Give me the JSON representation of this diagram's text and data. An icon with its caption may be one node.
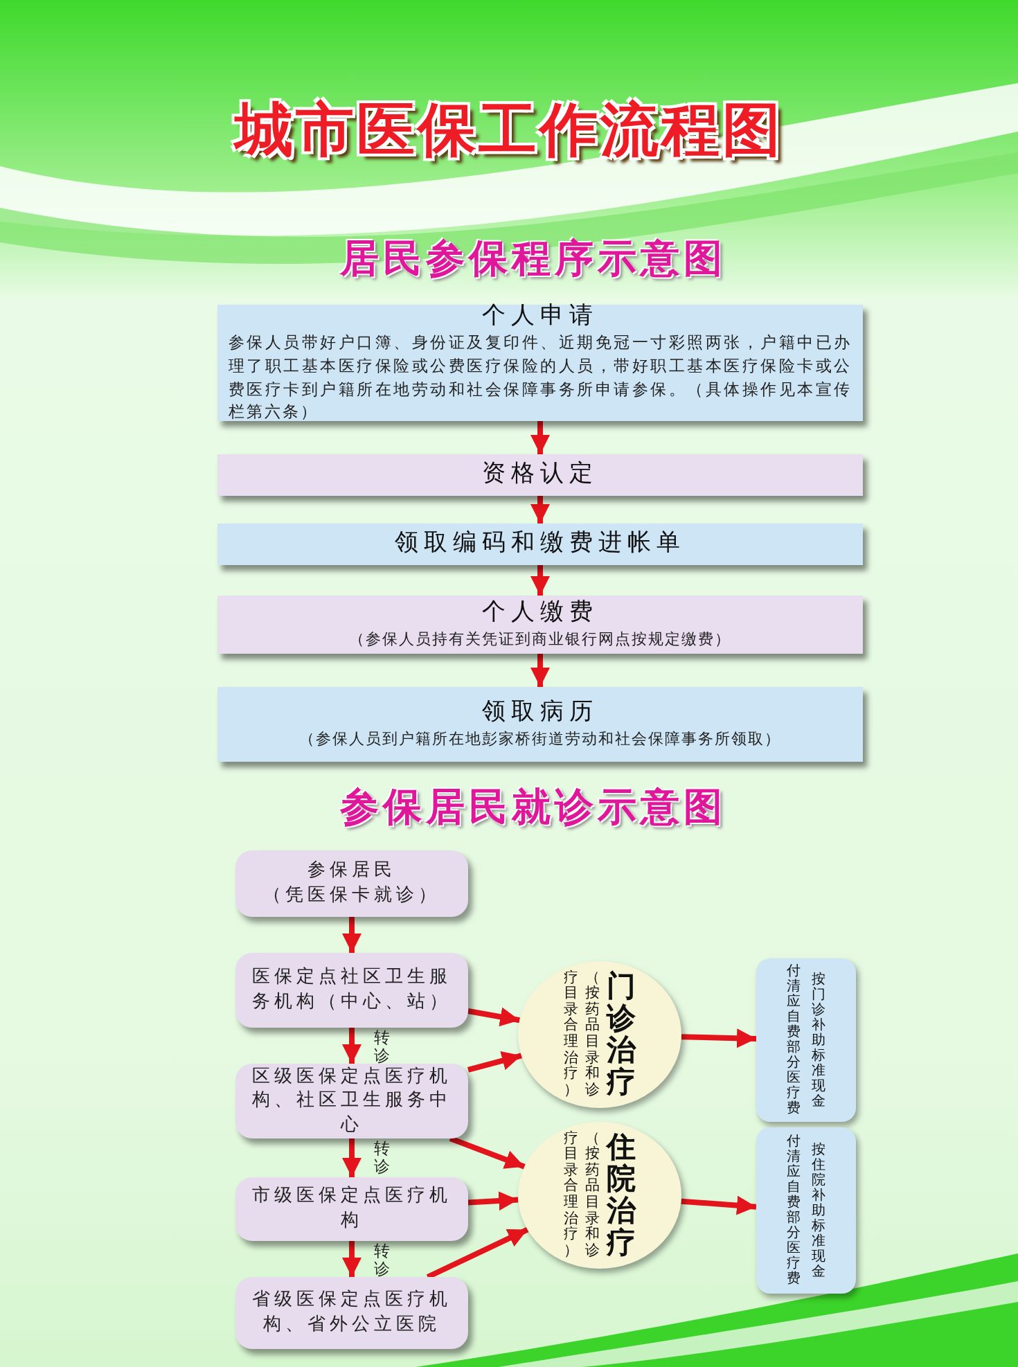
{
  "diagram": {
    "title": "城市医保工作流程图",
    "nodes": [
      {
        "text": [
          "个人申请",
          "参保人员带好户口簿、身份证及复印件、近期免冠一寸彩照两张，户籍中已办理了职工基本医疗保险或公费医疗保险的人员，带好职工基本医疗保险卡或公费医疗卡到户籍所在地劳动和社会保障事务所申请参保。（具体操作见本宣传栏第六条）"
        ]
      },
      {
        "text": [
          "资格认定"
        ]
      },
      {
        "text": [
          "领取编码和缴费进帐单"
        ]
      },
      {
        "text": [
          "个人缴费",
          "（参保人员持有关凭证到商业银行网点按规定缴费）"
        ]
      },
      {
        "text": [
          "领取病历",
          "（参保人员到户籍所在地彭家桥街道劳动和社会保障事务所领取）"
        ]
      },
      {
        "text": [
          "参保居民",
          "（凭医保卡就诊）"
        ]
      },
      {
        "text": [
          "医保定点社区卫生服务机构（中心、站）"
        ]
      },
      {
        "text": [
          "区级医保定点医疗机构、社区卫生服务中心"
        ]
      },
      {
        "text": [
          "市级医保定点医疗机构"
        ]
      },
      {
        "text": [
          "省级医保定点医疗机构、省外公立医院"
        ]
      },
      {
        "text": [
          "疗目录合理治疗）",
          "（按药品目录和诊",
          "门诊治疗"
        ]
      },
      {
        "text": [
          "疗目录合理治疗）",
          "（按药品目录和诊",
          "住院治疗"
        ]
      },
      {
        "text": [
          "付清应自费部分医疗费",
          "按门诊补助标准现金"
        ]
      },
      {
        "text": [
          "付清应自费部分医疗费",
          "按住院补助标准现金"
        ]
      }
    ],
    "edges": [
      {
        "from": 0,
        "to": 1,
        "arrow": "to"
      },
      {
        "from": 1,
        "to": 2,
        "arrow": "to"
      },
      {
        "from": 2,
        "to": 3,
        "arrow": "to"
      },
      {
        "from": 3,
        "to": 4,
        "arrow": "to"
      },
      {
        "from": 5,
        "to": 6,
        "arrow": "to"
      },
      {
        "from": 6,
        "to": 7,
        "arrow": "to",
        "label": "转诊"
      },
      {
        "from": 7,
        "to": 8,
        "arrow": "to",
        "label": "转诊"
      },
      {
        "from": 8,
        "to": 9,
        "arrow": "to",
        "label": "转诊"
      },
      {
        "from": 6,
        "to": 10,
        "arrow": "to"
      },
      {
        "from": 7,
        "to": 10,
        "arrow": "to"
      },
      {
        "from": 7,
        "to": 11,
        "arrow": "to"
      },
      {
        "from": 8,
        "to": 11,
        "arrow": "to"
      },
      {
        "from": 9,
        "to": 11,
        "arrow": "to"
      },
      {
        "from": 10,
        "to": 12,
        "arrow": "to"
      },
      {
        "from": 11,
        "to": 13,
        "arrow": "to"
      }
    ],
    "labels": [
      "居民参保程序示意图",
      "参保居民就诊示意图"
    ]
  }
}
